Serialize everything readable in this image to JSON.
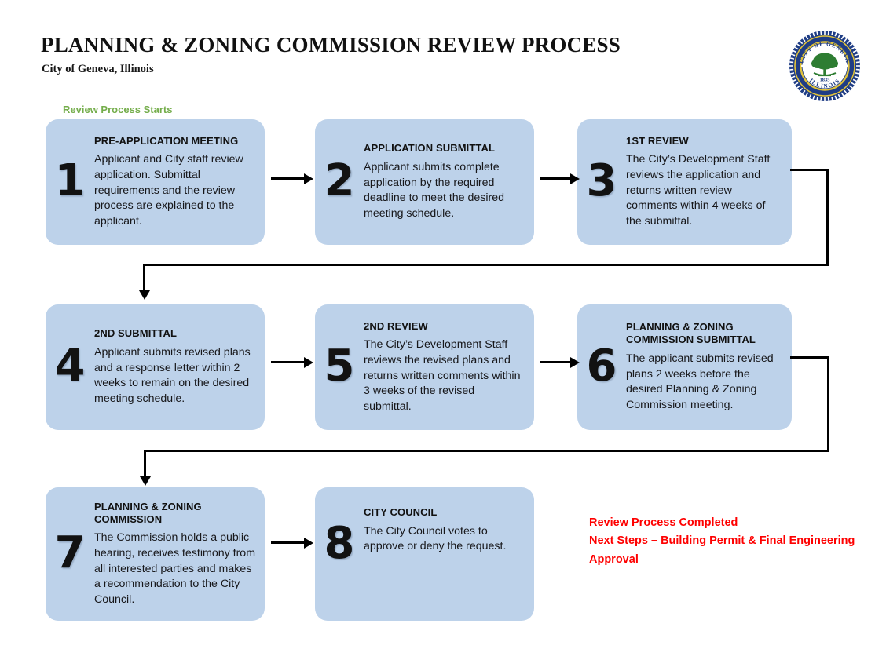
{
  "header": {
    "title": "PLANNING & ZONING COMMISSION REVIEW PROCESS",
    "subtitle": "City of Geneva, Illinois"
  },
  "seal": {
    "name": "city-of-geneva-seal",
    "top_arc_text": "CITY OF GENEVA",
    "bottom_arc_text": "ILLINOIS",
    "year": "1835",
    "ring_color": "#1f3d85",
    "accent_color": "#e0c23a",
    "tree_color": "#2e7d32"
  },
  "start_label": "Review Process Starts",
  "colors": {
    "box_fill": "#bdd2ea",
    "start_green": "#74ad4b",
    "completion_red": "#fe0000",
    "connector_black": "#000000"
  },
  "steps": [
    {
      "number": "1",
      "heading": "PRE-APPLICATION MEETING",
      "text": "Applicant and City staff review application. Submittal requirements and the review process are explained to the applicant."
    },
    {
      "number": "2",
      "heading": "APPLICATION SUBMITTAL",
      "text": "Applicant submits complete application by the required deadline to meet the desired meeting schedule."
    },
    {
      "number": "3",
      "heading": "1ST REVIEW",
      "text": "The City’s Development Staff reviews the application and returns written review comments within 4 weeks of the submittal."
    },
    {
      "number": "4",
      "heading": "2ND SUBMITTAL",
      "text": "Applicant submits revised plans and a response letter within 2 weeks to remain on the desired meeting schedule."
    },
    {
      "number": "5",
      "heading": "2ND REVIEW",
      "text": "The City’s Development Staff reviews the revised plans and returns written comments within 3 weeks of the revised submittal."
    },
    {
      "number": "6",
      "heading": "PLANNING & ZONING COMMISSION SUBMITTAL",
      "text": "The applicant submits revised plans 2 weeks before the desired Planning & Zoning Commission meeting."
    },
    {
      "number": "7",
      "heading": "PLANNING & ZONING COMMISSION",
      "text": "The Commission holds a public hearing, receives testimony from all interested parties and makes a recommendation to the City Council."
    },
    {
      "number": "8",
      "heading": "CITY COUNCIL",
      "text": "The City Council votes to approve or deny the request."
    }
  ],
  "completion_note": "Review Process Completed\nNext Steps – Building Permit & Final Engineering Approval"
}
